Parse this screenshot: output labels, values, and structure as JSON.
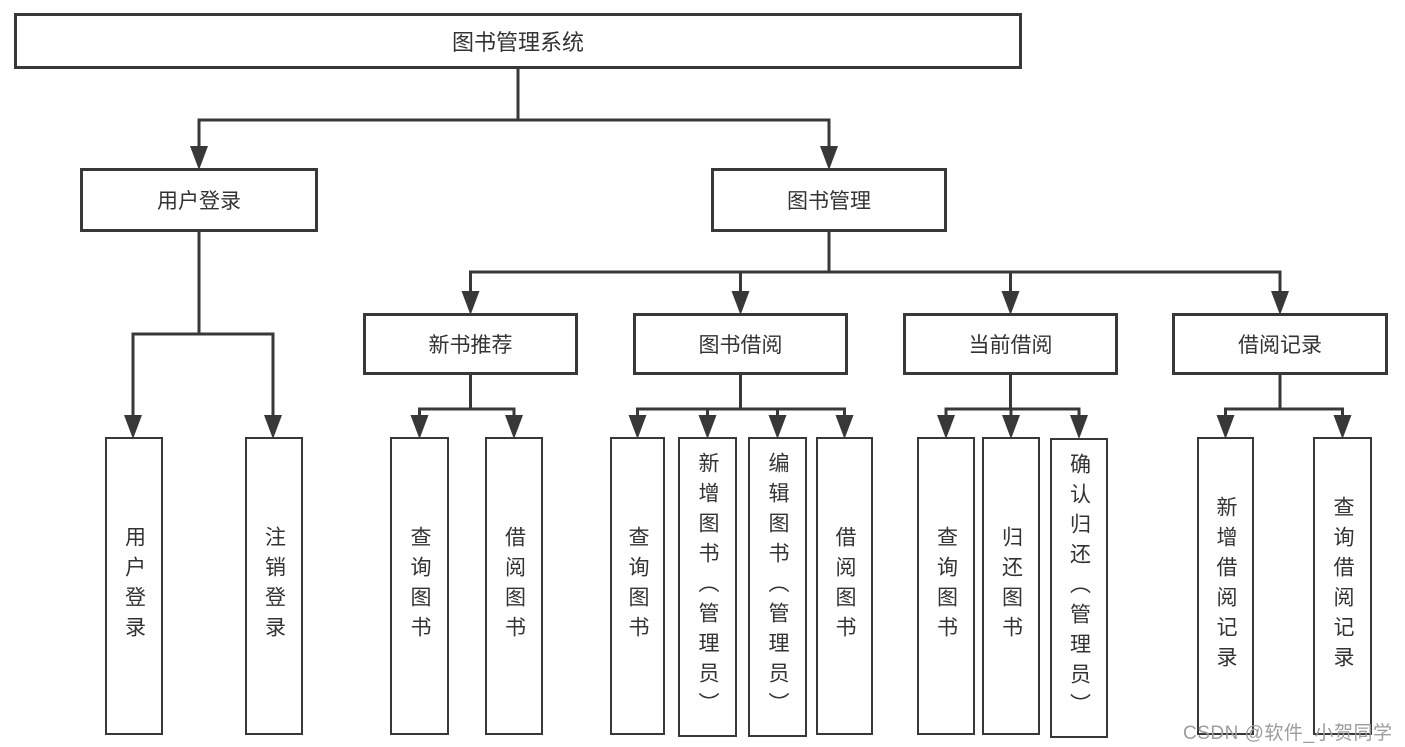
{
  "diagram": {
    "root": {
      "label": "图书管理系统"
    },
    "level2": [
      {
        "label": "用户登录"
      },
      {
        "label": "图书管理"
      }
    ],
    "level3": [
      {
        "label": "新书推荐"
      },
      {
        "label": "图书借阅"
      },
      {
        "label": "当前借阅"
      },
      {
        "label": "借阅记录"
      }
    ],
    "leaves": {
      "user_login": [
        {
          "label": "用户登录"
        },
        {
          "label": "注销登录"
        }
      ],
      "new_book": [
        {
          "label": "查询图书"
        },
        {
          "label": "借阅图书"
        }
      ],
      "book_borrow": [
        {
          "label": "查询图书"
        },
        {
          "label": "新增图书（管理员）"
        },
        {
          "label": "编辑图书（管理员）"
        },
        {
          "label": "借阅图书"
        }
      ],
      "current_borrow": [
        {
          "label": "查询图书"
        },
        {
          "label": "归还图书"
        },
        {
          "label": "确认归还（管理员）"
        }
      ],
      "borrow_record": [
        {
          "label": "新增借阅记录"
        },
        {
          "label": "查询借阅记录"
        }
      ]
    }
  },
  "watermark": {
    "text": "CSDN @软件_小贺同学"
  },
  "colors": {
    "line": "#383838",
    "text": "#333333",
    "background": "#ffffff",
    "watermark": "#9d9d9d"
  }
}
